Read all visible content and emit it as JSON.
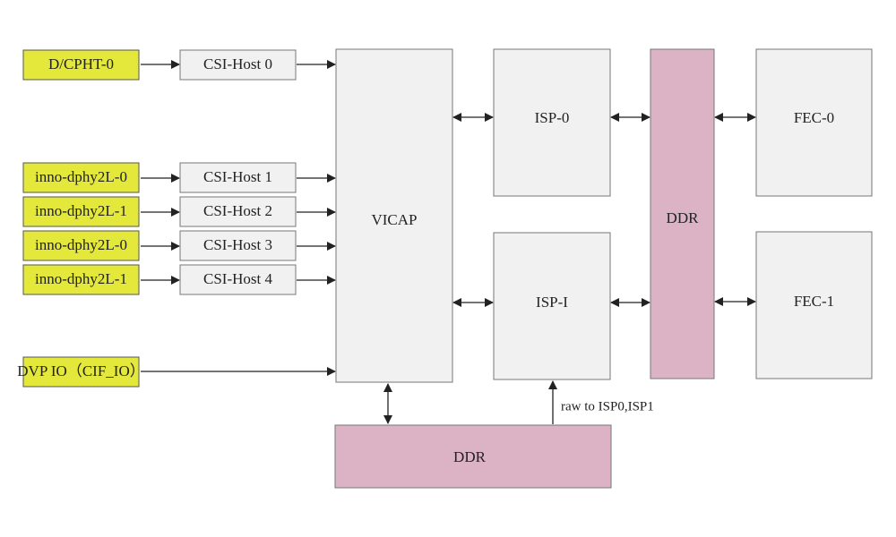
{
  "colors": {
    "source_fill": "#e3e83a",
    "source_stroke": "#555555",
    "block_fill": "#f2f1f2",
    "block_stroke": "#777777",
    "ddr_fill": "#dcb2c5",
    "ddr_stroke": "#777777",
    "line": "#222222"
  },
  "sources": [
    "D/CPHT-0",
    "inno-dphy2L-0",
    "inno-dphy2L-1",
    "inno-dphy2L-0",
    "inno-dphy2L-1",
    "DVP IO（CIF_IO）"
  ],
  "csi_hosts": [
    "CSI-Host 0",
    "CSI-Host 1",
    "CSI-Host 2",
    "CSI-Host 3",
    "CSI-Host 4"
  ],
  "vicap": "VICAP",
  "isp": [
    "ISP-0",
    "ISP-I"
  ],
  "ddr_vertical": "DDR",
  "fec": [
    "FEC-0",
    "FEC-1"
  ],
  "ddr_bottom": "DDR",
  "raw_annotation": "raw to ISP0,ISP1"
}
